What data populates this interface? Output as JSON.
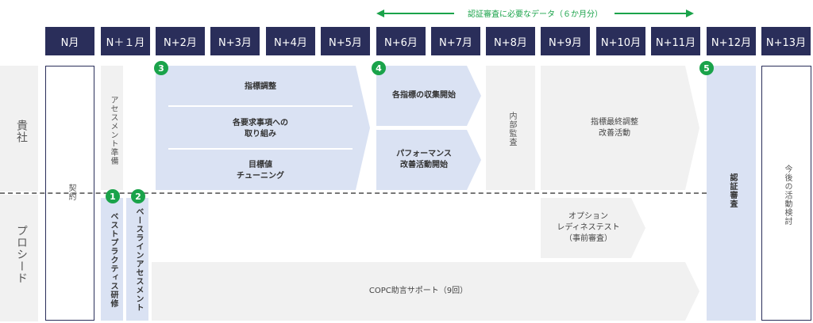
{
  "header": {
    "period_label": "認証審査に必要なデータ（６か月分）"
  },
  "months": [
    "N月",
    "N＋１月",
    "N+2月",
    "N+3月",
    "N+4月",
    "N+5月",
    "N+6月",
    "N+7月",
    "N+8月",
    "N+9月",
    "N+10月",
    "N+11月",
    "N+12月",
    "N+13月"
  ],
  "rows": {
    "top_label": "貴社",
    "bottom_label": "プロシード"
  },
  "badges": [
    "1",
    "2",
    "3",
    "4",
    "5"
  ],
  "tasks": {
    "contract": "契約",
    "assessment_prep": "アセスメント準備",
    "best_practice": "ベストプラクティス研修",
    "baseline": "ベースラインアセスメント",
    "metric_adjust": "指標調整",
    "requirements": [
      "各要求事項への",
      "取り組み"
    ],
    "target_tuning": [
      "目標値",
      "チューニング"
    ],
    "collection_start": "各指標の収集開始",
    "performance": [
      "パフォーマンス",
      "改善活動開始"
    ],
    "internal_audit": "内部監査",
    "final_adjust": [
      "指標最終調整",
      "改善活動"
    ],
    "option": [
      "オプション",
      "レディネステスト",
      "（事前審査）"
    ],
    "certification": "認証審査",
    "next_plan": "今後の活動検討",
    "support": "COPC助言サポート（9回）"
  },
  "colors": {
    "navy": "#2a2e5a",
    "green": "#1aa34a",
    "blue_fill": "#dae2f3",
    "grey_fill": "#f1f1f1"
  }
}
